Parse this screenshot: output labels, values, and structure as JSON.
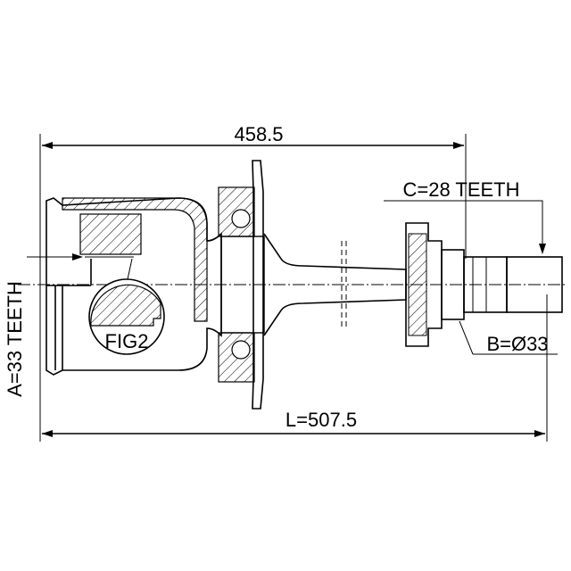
{
  "drawing": {
    "dim_top": "458.5",
    "dim_total": "L=507.5",
    "label_c": "C=28 TEETH",
    "label_b": "B=Ø33",
    "label_a": "A=33 TEETH",
    "fig_label": "FIG2"
  }
}
